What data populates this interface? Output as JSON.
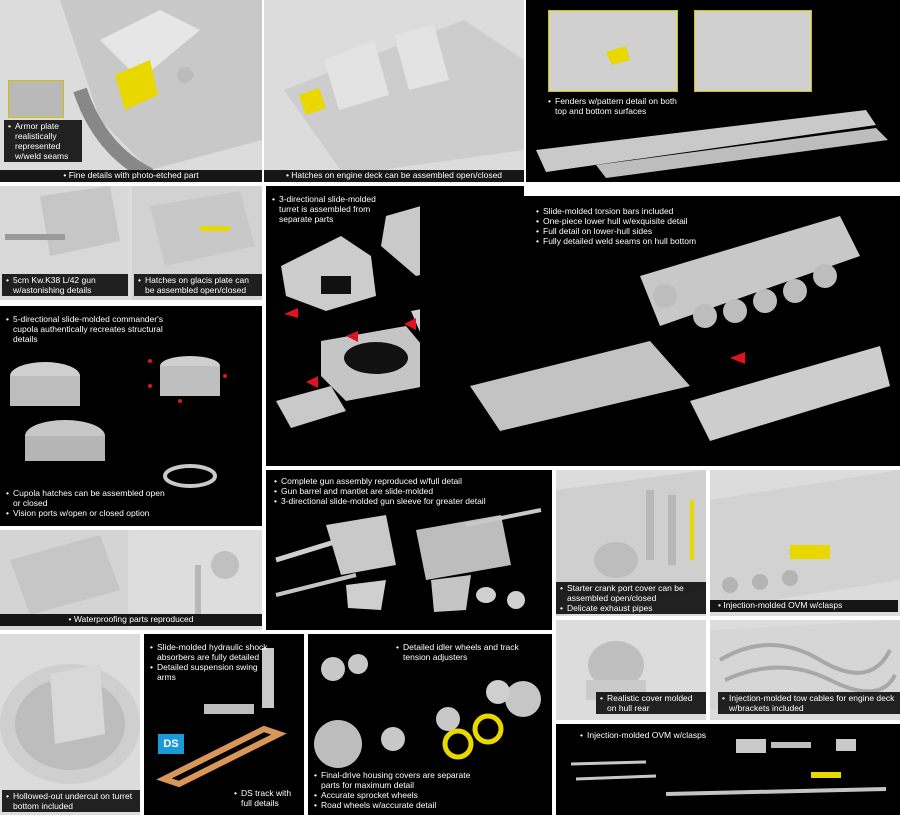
{
  "colors": {
    "background": "#000000",
    "panel_light": "#dcdcdc",
    "part_gray": "#c9c9c9",
    "highlight": "#e8d800",
    "arrow": "#e0141e",
    "track": "#d9965a"
  },
  "captions": {
    "armor_plate": "Armor plate realistically represented w/weld seams",
    "photo_etched": "Fine details with photo-etched part",
    "engine_deck": "Hatches on engine deck can be assembled open/closed",
    "fenders": "Fenders w/pattern detail on both top and bottom surfaces",
    "gun_5cm": "5cm Kw.K38 L/42 gun w/astonishing details",
    "glacis": "Hatches on glacis plate can be assembled open/closed",
    "turret": "3-directional slide-molded turret is assembled from separate parts",
    "hull": [
      "Slide-molded torsion bars included",
      "One-piece lower hull w/exquisite detail",
      "Full detail on lower-hull sides",
      "Fully detailed weld seams on hull bottom"
    ],
    "cupola": "5-directional slide-molded commander's cupola authentically recreates structural details",
    "cupola_hatches": [
      "Cupola hatches can be assembled open or closed",
      "Vision ports w/open or closed option"
    ],
    "gun_assembly": [
      "Complete gun assembly reproduced w/full detail",
      "Gun barrel and mantlet are slide-molded",
      "3-directional slide-molded gun sleeve for greater detail"
    ],
    "starter": [
      "Starter crank port cover can be assembled open/closed",
      "Delicate exhaust pipes"
    ],
    "ovm_1": "Injection-molded OVM w/clasps",
    "waterproofing": "Waterproofing parts reproduced",
    "cover": "Realistic cover molded on hull rear",
    "tow": "Injection-molded tow cables for engine deck w/brackets included",
    "undercut": "Hollowed-out undercut on turret bottom included",
    "shock": [
      "Slide-molded hydraulic shock absorbers are fully detailed",
      "Detailed suspension swing arms"
    ],
    "ds_logo": "DS",
    "ds_track": "DS track with full details",
    "idler": "Detailed idler wheels and track tension adjusters",
    "wheels": [
      "Final-drive housing covers are separate parts for maximum detail",
      "Accurate sprocket wheels",
      "Road wheels w/accurate detail"
    ],
    "ovm_2": "Injection-molded OVM w/clasps"
  }
}
